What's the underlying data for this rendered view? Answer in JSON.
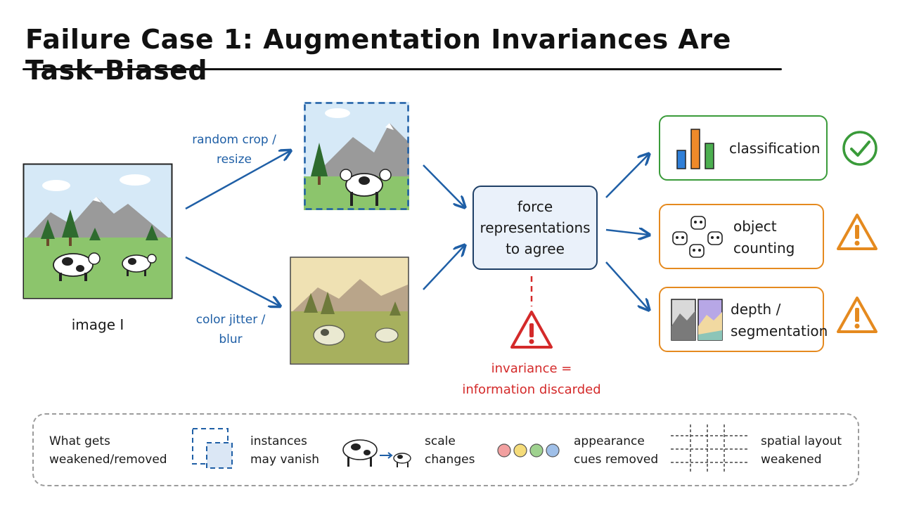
{
  "title": "Failure Case 1: Augmentation Invariances Are Task-Biased",
  "input": {
    "label": "image I"
  },
  "augmentations": {
    "crop": {
      "line1": "random crop /",
      "line2": "resize"
    },
    "color": {
      "line1": "color jitter /",
      "line2": "blur"
    }
  },
  "center": {
    "line1": "force",
    "line2": "representations",
    "line3": "to agree"
  },
  "warning": {
    "line1": "invariance =",
    "line2": "information discarded"
  },
  "tasks": [
    {
      "line1": "classification",
      "line2": "",
      "status": "ok",
      "color": "#3a9b3a"
    },
    {
      "line1": "object",
      "line2": "counting",
      "status": "warning",
      "color": "#e58a1f"
    },
    {
      "line1": "depth /",
      "line2": "segmentation",
      "status": "warning",
      "color": "#e58a1f"
    }
  ],
  "legend": {
    "heading": {
      "line1": "What gets",
      "line2": "weakened/removed"
    },
    "items": [
      {
        "line1": "instances",
        "line2": "may vanish",
        "icon": "dashed-squares-icon"
      },
      {
        "line1": "scale",
        "line2": "changes",
        "icon": "cow-scale-icon"
      },
      {
        "line1": "appearance",
        "line2": "cues removed",
        "icon": "color-dots-icon"
      },
      {
        "line1": "spatial layout",
        "line2": "weakened",
        "icon": "grid-icon"
      }
    ]
  },
  "colors": {
    "blue": "#1f5fa6",
    "red": "#d42a2a",
    "green": "#3a9b3a",
    "orange": "#e58a1f",
    "navy": "#1e3f66"
  }
}
